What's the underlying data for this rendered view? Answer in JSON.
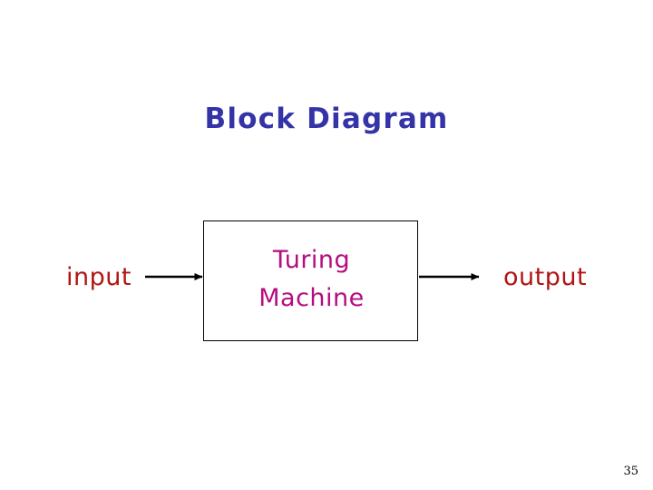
{
  "slide": {
    "title": "Block Diagram",
    "page_number": "35",
    "background_color": "#ffffff"
  },
  "diagram": {
    "title_color": "#3434a8",
    "block": {
      "label_line1": "Turing",
      "label_line2": "Machine",
      "label_color": "#b50d80",
      "border_color": "#000000",
      "fill_color": "#ffffff"
    },
    "input": {
      "label": "input",
      "color": "#b21414"
    },
    "output": {
      "label": "output",
      "color": "#b21414"
    },
    "arrows": [
      {
        "name": "input-arrow",
        "from_label": "input",
        "to_label": "Turing Machine",
        "direction": "right",
        "color": "#000000"
      },
      {
        "name": "output-arrow",
        "from_label": "Turing Machine",
        "to_label": "output",
        "direction": "right",
        "color": "#000000"
      }
    ]
  }
}
